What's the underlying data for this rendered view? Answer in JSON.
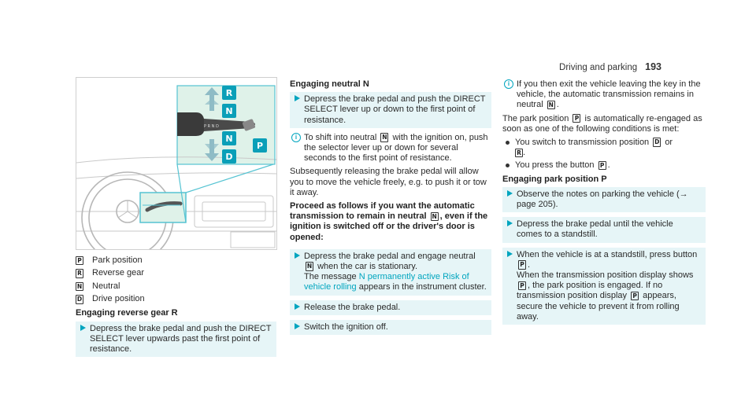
{
  "header": {
    "section": "Driving and parking",
    "page": "193"
  },
  "figure": {
    "labels": [
      "R",
      "N",
      "N",
      "D",
      "P"
    ],
    "lever_marks": "P R N D",
    "colors": {
      "panel": "#dff2e9",
      "badge": "#0a9fb8",
      "arrow": "#8fbcc6"
    }
  },
  "legend": [
    {
      "key": "P",
      "label": "Park position"
    },
    {
      "key": "R",
      "label": "Reverse gear"
    },
    {
      "key": "N",
      "label": "Neutral"
    },
    {
      "key": "D",
      "label": "Drive position"
    }
  ],
  "reverse": {
    "heading": "Engaging reverse gear R",
    "step": "Depress the brake pedal and push the DIRECT SELECT lever upwards past the first point of resistance."
  },
  "neutral": {
    "heading": "Engaging neutral N",
    "step1": "Depress the brake pedal and push the DIRECT SELECT lever up or down to the first point of resistance.",
    "note_a": "To shift into neutral",
    "note_b": "with the ignition on, push the selector lever up or down for several seconds to the first point of resistance.",
    "para": "Subsequently releasing the brake pedal will allow you to move the vehicle freely, e.g. to push it or tow it away.",
    "bold_a": "Proceed as follows if you want the automatic transmission to remain in neutral",
    "bold_b": ", even if the ignition is switched off or the driver's door is opened:",
    "step2_a": "Depress the brake pedal and engage neutral",
    "step2_b": "when the car is stationary.",
    "step2_c": "The message",
    "step2_msg": "N permanently active Risk of vehicle rolling",
    "step2_d": "appears in the instrument cluster.",
    "step3": "Release the brake pedal.",
    "step4": "Switch the ignition off."
  },
  "col3": {
    "note_a": "If you then exit the vehicle leaving the key in the vehicle, the automatic transmission remains in neutral",
    "note_b": ".",
    "para_a": "The park position",
    "para_b": "is automatically re-engaged as soon as one of the following conditions is met:",
    "bul1_a": "You switch to transmission position",
    "bul1_b": "or",
    "bul1_c": ".",
    "bul2_a": "You press the button",
    "bul2_b": ".",
    "heading": "Engaging park position P",
    "step1": "Observe the notes on parking the vehicle (→ page 205).",
    "step2": "Depress the brake pedal until the vehicle comes to a standstill.",
    "step3_a": "When the vehicle is at a standstill, press button",
    "step3_b": ".",
    "step3_c": "When the transmission position display shows",
    "step3_d": ", the park position is engaged. If no transmission position display",
    "step3_e": "appears, secure the vehicle to prevent it from rolling away."
  },
  "keys": {
    "P": "P",
    "R": "R",
    "N": "N",
    "D": "D"
  }
}
